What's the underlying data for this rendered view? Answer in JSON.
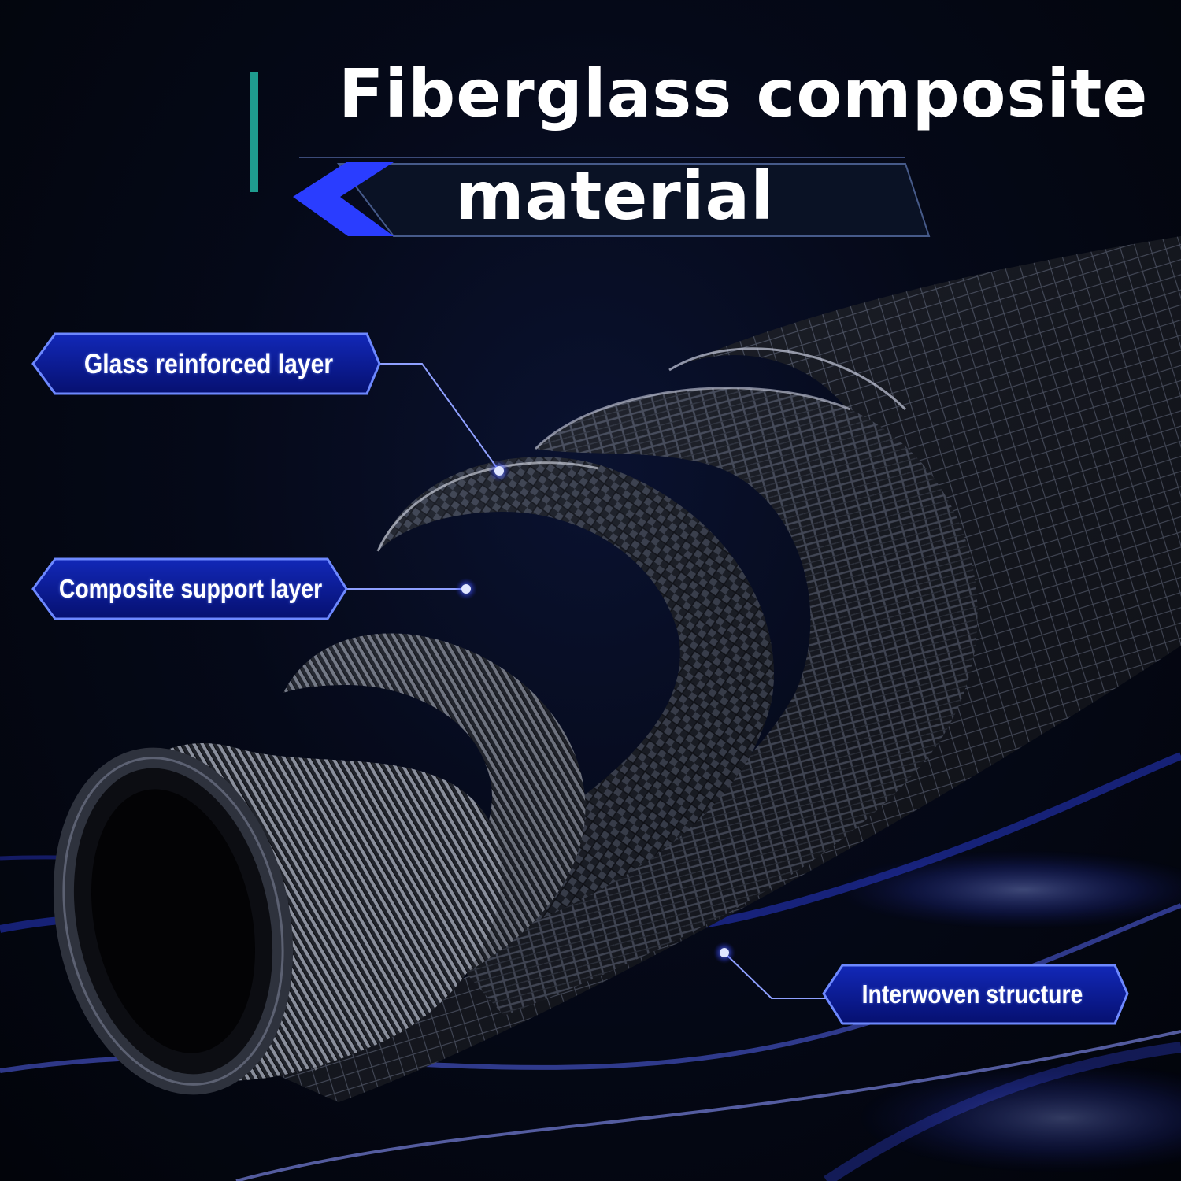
{
  "title": {
    "line1": "Fiberglass composite",
    "line2": "material"
  },
  "callouts": [
    {
      "label": "Glass reinforced layer"
    },
    {
      "label": "Composite support layer"
    },
    {
      "label": "Interwoven structure"
    }
  ],
  "colors": {
    "accent_bar": "#1f9c8f",
    "callout_fill": "#0a1a8c",
    "callout_border": "#5b7bff",
    "glow": "#3b4dff"
  }
}
